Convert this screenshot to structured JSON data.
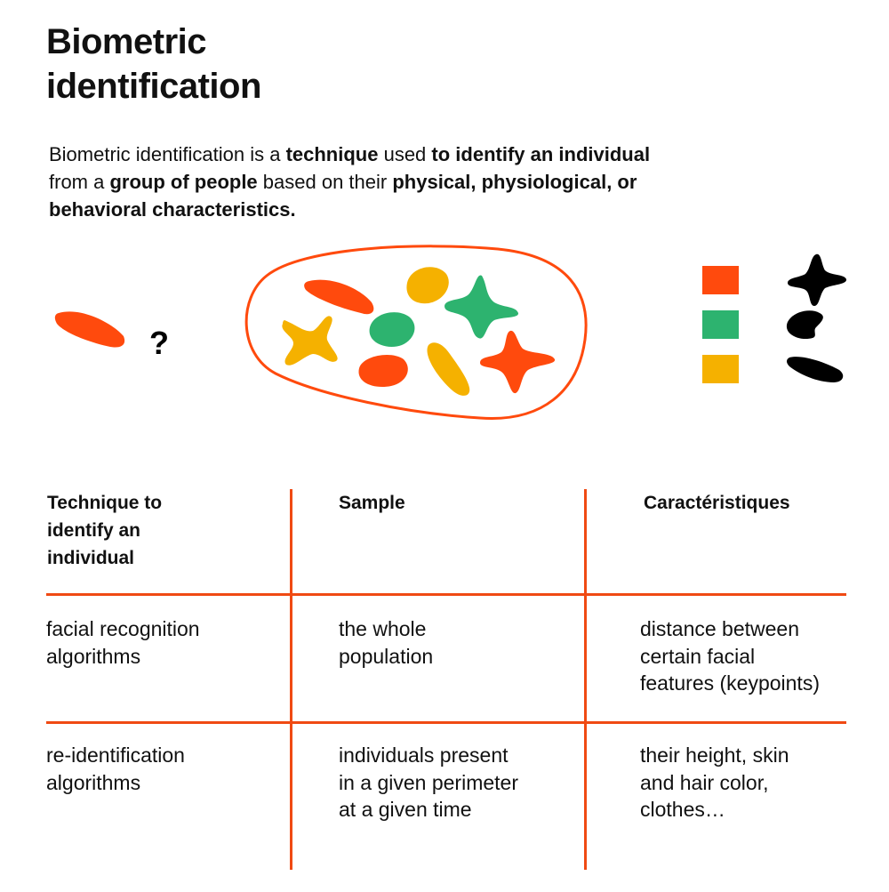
{
  "title": {
    "line1": "Biometric",
    "line2": "identification"
  },
  "intro": {
    "p1": "Biometric identification is a ",
    "b1": "technique",
    "p2": " used ",
    "b2": "to identify an individual",
    "p3": " from a ",
    "b3": "group of people",
    "p4": " based on their ",
    "b4": "physical, physiological, or behavioral characteristics."
  },
  "illustration": {
    "question_mark": "?",
    "colors": {
      "orange": "#ff4a0d",
      "green": "#2db36f",
      "yellow": "#f5b100",
      "black": "#000000"
    },
    "legend_swatches": [
      "orange",
      "green",
      "yellow"
    ],
    "legend_shapes": [
      "black-star-shape",
      "black-drop-shape",
      "black-stroke-shape"
    ]
  },
  "table": {
    "line_color": "#f04a13",
    "headers": [
      [
        "Technique to",
        "identify an",
        "individual"
      ],
      [
        "Sample"
      ],
      [
        "Caractéristiques"
      ]
    ],
    "rows": [
      [
        [
          "facial recognition",
          "algorithms"
        ],
        [
          "the whole",
          "population"
        ],
        [
          "distance between",
          "certain facial",
          "features (keypoints)"
        ]
      ],
      [
        [
          "re-identification",
          "algorithms"
        ],
        [
          "individuals present",
          "in a given perimeter",
          "at a given time"
        ],
        [
          "their height, skin",
          "and hair color,",
          "clothes…"
        ]
      ]
    ]
  }
}
